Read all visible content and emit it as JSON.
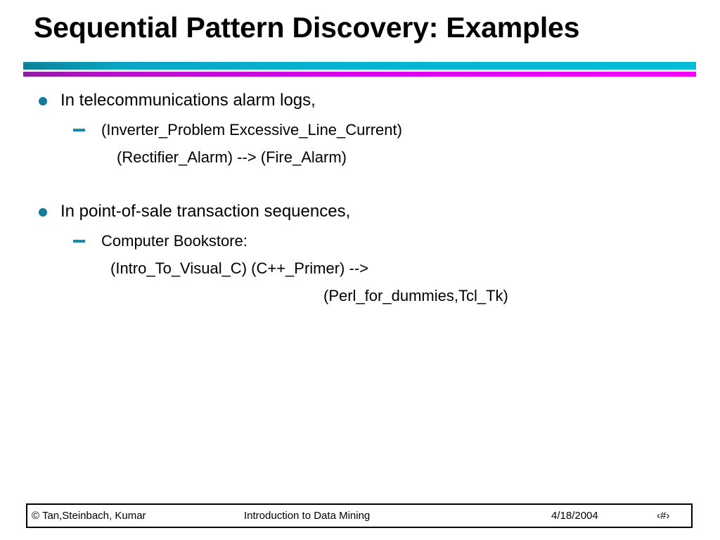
{
  "slide": {
    "title": "Sequential Pattern Discovery: Examples",
    "divider": {
      "teal_color": "#05b3d1",
      "magenta_color": "#d306e8"
    },
    "accent_color": "#137a9b",
    "text_color": "#000000",
    "background_color": "#ffffff"
  },
  "body": {
    "sections": [
      {
        "bullet": "In telecommunications alarm logs,",
        "sub": "(Inverter_Problem  Excessive_Line_Current)",
        "continuation": "(Rectifier_Alarm) --> (Fire_Alarm)"
      },
      {
        "bullet": "In point-of-sale transaction sequences,",
        "sub": "Computer Bookstore:",
        "continuation": "(Intro_To_Visual_C)  (C++_Primer) -->",
        "continuation2": "(Perl_for_dummies,Tcl_Tk)"
      }
    ]
  },
  "footer": {
    "copyright": "© Tan,Steinbach, Kumar",
    "course": "Introduction to Data Mining",
    "date": "4/18/2004",
    "page_number": "‹#›"
  }
}
